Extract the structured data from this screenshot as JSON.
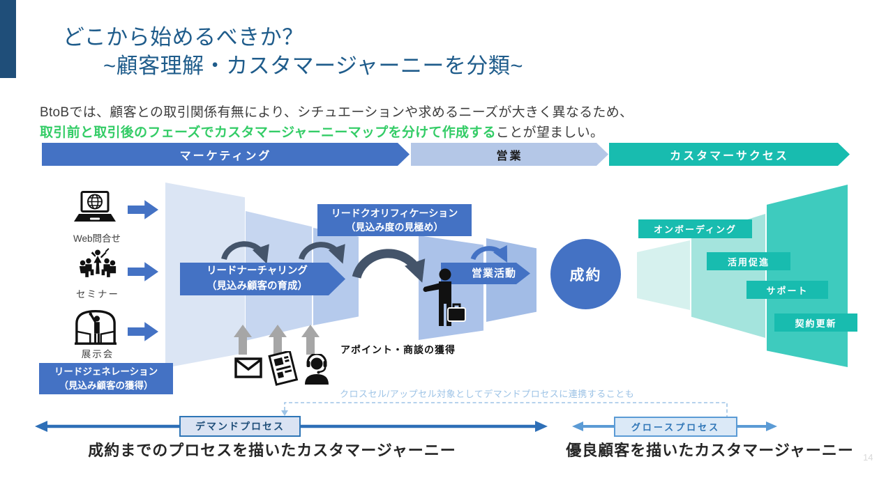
{
  "slide": {
    "title_line1": "どこから始めるべきか？",
    "title_line2": "~顧客理解・カスタマージャーニーを分類~",
    "intro_line1": "BtoBでは、顧客との取引関係有無により、シチュエーションや求めるニーズが大きく異なるため、",
    "intro_highlight": "取引前と取引後のフェーズでカスタマージャーニーマップを分けて作成する",
    "intro_line2_rest": "ことが望ましい。",
    "page_number": "14"
  },
  "phases": [
    {
      "label": "マーケティング"
    },
    {
      "label": "営業"
    },
    {
      "label": "カスタマーサクセス"
    }
  ],
  "lead_sources": [
    {
      "label": "Web問合せ",
      "icon": "laptop-globe-icon"
    },
    {
      "label": "セミナー",
      "icon": "seminar-icon"
    },
    {
      "label": "展示会",
      "icon": "exhibition-icon"
    }
  ],
  "demand_process": {
    "lead_generation": {
      "line1": "リードジェネレーション",
      "line2": "（見込み顧客の獲得）"
    },
    "lead_nurturing": {
      "line1": "リードナーチャリング",
      "line2": "（見込み顧客の育成）"
    },
    "lead_qualification": {
      "line1": "リードクオリフィケーション",
      "line2": "（見込み度の見極め）"
    },
    "sales_activity": "営業活動",
    "appointment_note": "アポイント・商談の獲得",
    "contract": "成約",
    "channel_icons": [
      "mail-icon",
      "flyer-icon",
      "operator-headset-icon",
      "businessman-icon"
    ],
    "label": "デマンドプロセス",
    "caption": "成約までのプロセスを描いたカスタマージャーニー"
  },
  "growth_process": {
    "stages": [
      "オンボーディング",
      "活用促進",
      "サポート",
      "契約更新"
    ],
    "label": "グロースプロセス",
    "cross_sell_note": "クロスセル/アップセル対象としてデマンドプロセスに連携することも",
    "caption": "優良顧客を描いたカスタマージャーニー"
  },
  "colors": {
    "primary_blue": "#4472C4",
    "light_blue": "#B4C7E7",
    "teal": "#18BCAF",
    "title_blue": "#1F5C8B",
    "accent_bar_navy": "#1F4E79",
    "highlight_green": "#33CC66",
    "curved_arrow_dark": "#44546A",
    "demand_arrow_blue": "#2E6FB7",
    "growth_arrow_blue": "#5B9BD5",
    "dashed_note_blue": "#9DC3E6",
    "gray_arrow": "#A6A6A6"
  }
}
